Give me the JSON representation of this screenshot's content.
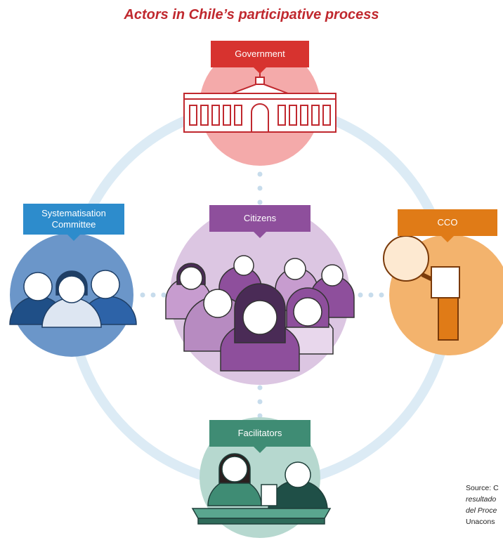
{
  "title": "Actors in Chile’s participative process",
  "actors": {
    "government": {
      "label": "Government",
      "color": "#d7332f",
      "circle": "#f4aaaa"
    },
    "citizens": {
      "label": "Citizens",
      "color": "#8e4f9c",
      "circle": "#dcc6e2"
    },
    "systematisation": {
      "label": "Systematisation\nCommittee",
      "color": "#2d8ccc",
      "circle": "#6b96c9"
    },
    "cco": {
      "label": "CCO",
      "color": "#e07b17",
      "circle": "#f3b36d"
    },
    "facilitators": {
      "label": "Facilitators",
      "color": "#3f8c74",
      "circle": "#b6d8cf"
    }
  },
  "source": {
    "line1": "Source: C",
    "line2": "resultado",
    "line3": "del Proce",
    "line4": "Unacons"
  },
  "colors": {
    "ring": "#dcebf5",
    "dots": "#c7dcec",
    "title": "#c0282e"
  }
}
